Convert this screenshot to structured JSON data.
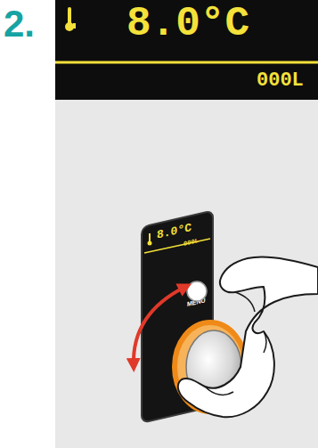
{
  "diagram": {
    "nodes": [
      {
        "text": [
          "8.0°C",
          "000L"
        ]
      },
      {
        "text": [
          "8.0°C",
          "000L",
          "MENU"
        ]
      }
    ],
    "labels": [
      "2."
    ]
  }
}
